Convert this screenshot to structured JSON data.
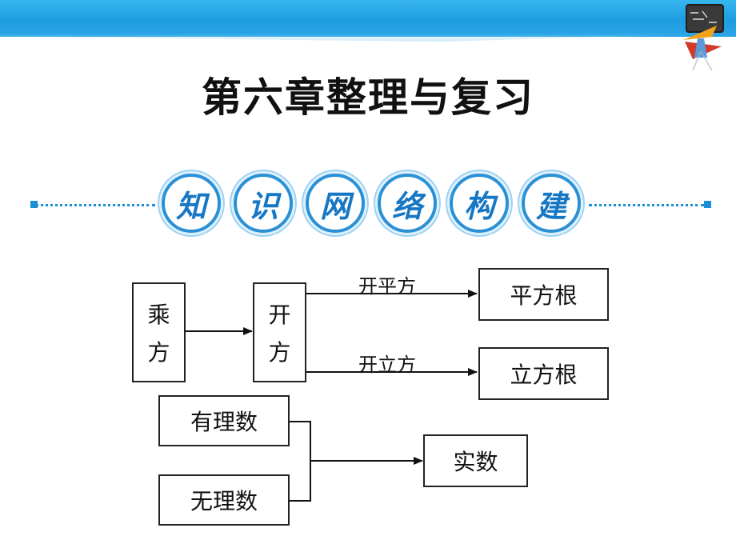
{
  "title": "第六章整理与复习",
  "banner": {
    "chars": [
      "知",
      "识",
      "网",
      "络",
      "构",
      "建"
    ]
  },
  "diagram": {
    "multiply_box": [
      "乘",
      "方"
    ],
    "root_box": [
      "开",
      "方"
    ],
    "edge_square": "开平方",
    "edge_cube": "开立方",
    "square_root": "平方根",
    "cube_root": "立方根",
    "rational": "有理数",
    "irrational": "无理数",
    "real": "实数"
  },
  "colors": {
    "header_blue": "#1e9de1",
    "banner_blue": "#2b90d6"
  },
  "icons": [
    "math-tools-logo-icon"
  ]
}
